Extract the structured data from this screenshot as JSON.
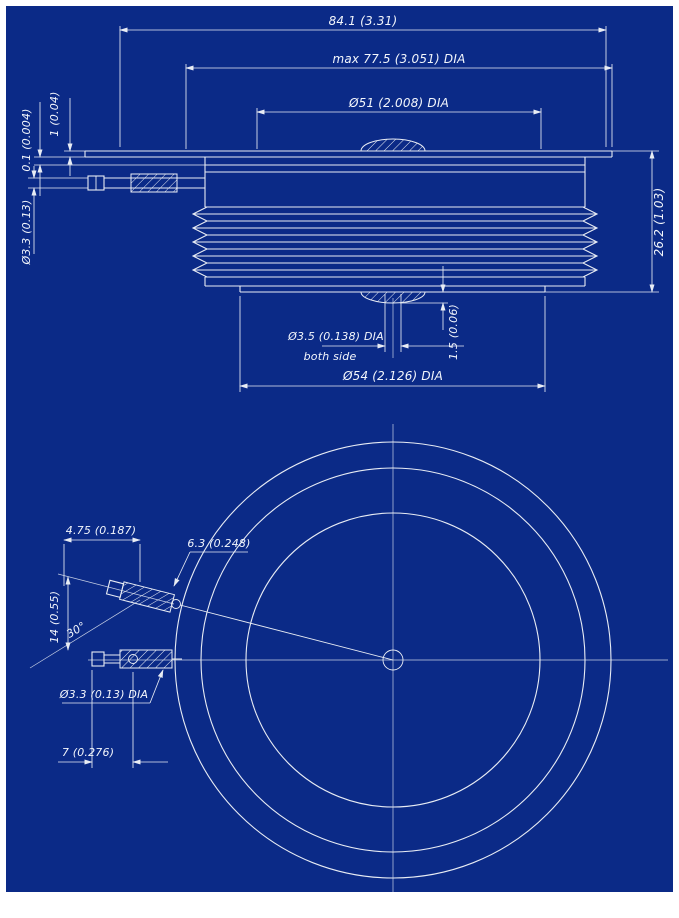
{
  "colors": {
    "background": "#0b2a87",
    "line": "#e8ecf4",
    "text": "#f3f6fc"
  },
  "side_view": {
    "dims": {
      "overall": "84.1 (3.31)",
      "max_dia": "max 77.5 (3.051) DIA",
      "cathode_dia": "Ø51 (2.008) DIA",
      "cap_thickness": "1 (0.04)",
      "flatness": "0.1 (0.004)",
      "lead_dia": "Ø3.3 (0.13)",
      "height": "26.2 (1.03)",
      "hole_dia": "Ø3.5 (0.138) DIA",
      "hole_note": "both side",
      "anode_dia": "Ø54 (2.126) DIA",
      "pip_height": "1.5 (0.06)"
    }
  },
  "bottom_view": {
    "dims": {
      "offset": "4.75 (0.187)",
      "terminal_dia": "6.3 (0.248)",
      "angle": "30°",
      "spacing": "14 (0.55)",
      "lead_dia": "Ø3.3 (0.13) DIA",
      "terminal_len": "7 (0.276)"
    }
  }
}
